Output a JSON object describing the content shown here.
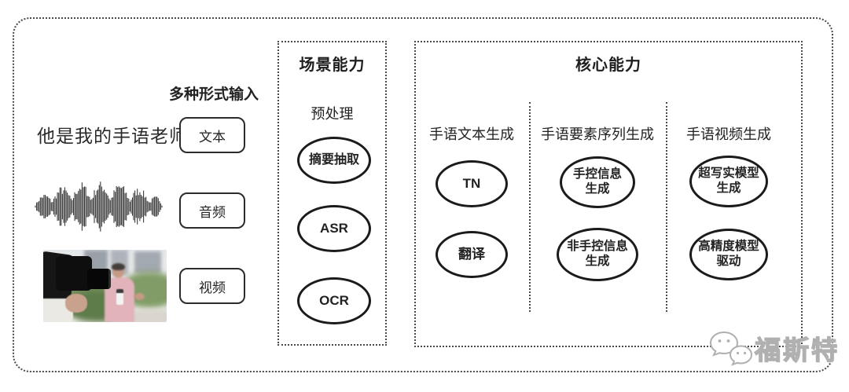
{
  "input_section": {
    "title": "多种形式输入",
    "sample_text": "他是我的手语老师",
    "inputs": [
      {
        "label": "文本"
      },
      {
        "label": "音频"
      },
      {
        "label": "视频"
      }
    ]
  },
  "scene_box": {
    "title": "场景能力",
    "subtitle": "预处理",
    "nodes": [
      "摘要抽取",
      "ASR",
      "OCR"
    ]
  },
  "core_box": {
    "title": "核心能力",
    "columns": [
      {
        "title": "手语文本生成",
        "nodes": [
          "TN",
          "翻译"
        ]
      },
      {
        "title": "手语要素序列生成",
        "nodes": [
          "手控信息\n生成",
          "非手控信息\n生成"
        ]
      },
      {
        "title": "手语视频生成",
        "nodes": [
          "超写实模型\n生成",
          "高精度模型\n驱动"
        ]
      }
    ]
  },
  "watermark": {
    "brand": "福斯特",
    "icon": "wechat-icon"
  },
  "colors": {
    "background": "#ffffff",
    "stroke": "#1b1b1b",
    "dotted_border": "#4a4a4a",
    "watermark_outline": "#b0b0b0"
  }
}
